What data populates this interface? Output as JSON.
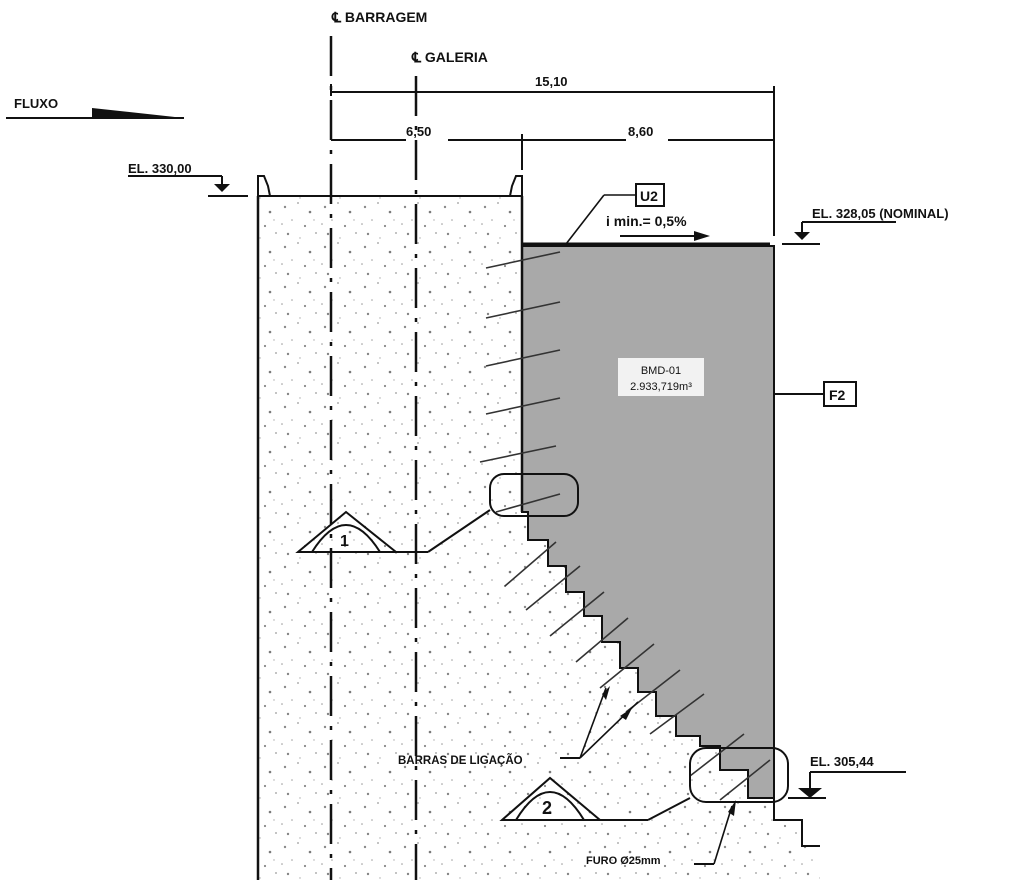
{
  "title": "Dam cross-section - BMD-01 block",
  "colors": {
    "ink": "#111111",
    "concrete_existing": "#ffffff",
    "concrete_new": "#a9a9a9",
    "speckle": "#8a8a8a"
  },
  "centerlines": {
    "dam": {
      "symbol": "℄",
      "label": "BARRAGEM"
    },
    "gallery": {
      "symbol": "℄",
      "label": "GALERIA"
    }
  },
  "flow": {
    "label": "FLUXO"
  },
  "dimensions": {
    "total": "15,10",
    "left": "6,50",
    "right": "8,60"
  },
  "elevations": {
    "crest": "EL. 330,00",
    "top_new": "EL. 328,05 (NOMINAL)",
    "base_new": "EL. 305,44"
  },
  "tags": {
    "surface": "U2",
    "slope": "i min.= 0,5%",
    "face": "F2"
  },
  "block": {
    "name": "BMD-01",
    "volume": "2.933,719m³"
  },
  "details": {
    "detail_1": "1",
    "detail_2": "2"
  },
  "notes": {
    "tie_bars": "BARRAS DE LIGAÇÃO",
    "drill_hole": "FURO Ø25mm"
  }
}
